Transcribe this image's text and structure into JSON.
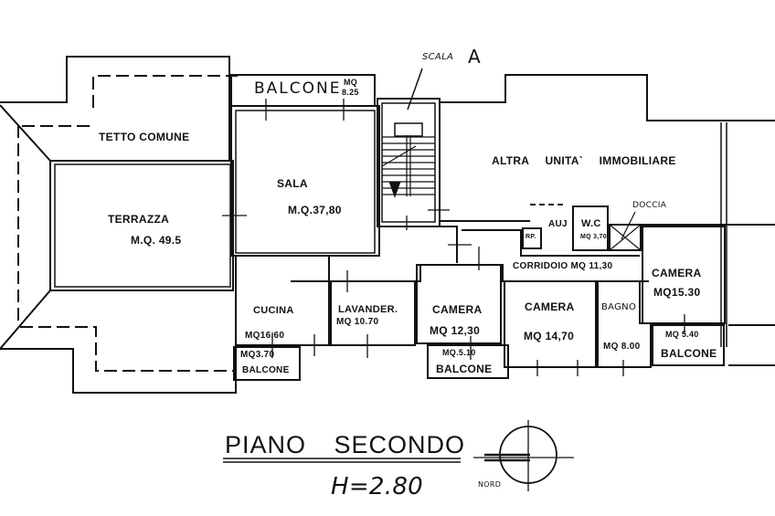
{
  "drawing": {
    "title": "PIANO SECONDO",
    "height_label": "H=2.80",
    "north_label": "NORD",
    "stair_label": "SCALA",
    "stair_letter": "A"
  },
  "rooms": {
    "tetto_comune": {
      "name": "TETTO COMUNE"
    },
    "terrazza": {
      "name": "TERRAZZA",
      "area": "M.Q. 49.5"
    },
    "balcone_top": {
      "name": "BALCONE",
      "area_unit": "MQ",
      "area": "8.25"
    },
    "sala": {
      "name": "SALA",
      "area": "M.Q.37,80"
    },
    "altra_unita": {
      "name": "ALTRA UNITA` IMMOBILIARE"
    },
    "auj": {
      "name": "AUJ"
    },
    "rp": {
      "name": "RP."
    },
    "wc": {
      "name": "W.C",
      "area": "MQ 3,70"
    },
    "doccia": {
      "name": "DOCCIA"
    },
    "corridoio": {
      "name": "CORRIDOIO MQ 11,30"
    },
    "camera_right": {
      "name": "CAMERA",
      "area": "MQ15.30"
    },
    "cucina": {
      "name": "CUCINA",
      "area": "MQ16.60"
    },
    "balcone_cucina": {
      "name": "BALCONE",
      "area": "MQ3.70"
    },
    "lavanderia": {
      "name": "LAVANDER.",
      "area": "MQ 10.70"
    },
    "camera_mid": {
      "name": "CAMERA",
      "area": "MQ 12,30"
    },
    "balcone_mid": {
      "name": "BALCONE",
      "area": "MQ.5.10"
    },
    "camera_large": {
      "name": "CAMERA",
      "area": "MQ 14,70"
    },
    "bagno": {
      "name": "BAGNO",
      "area": "MQ 8.00"
    },
    "balcone_right": {
      "name": "BALCONE",
      "area": "MQ 5.40"
    }
  }
}
